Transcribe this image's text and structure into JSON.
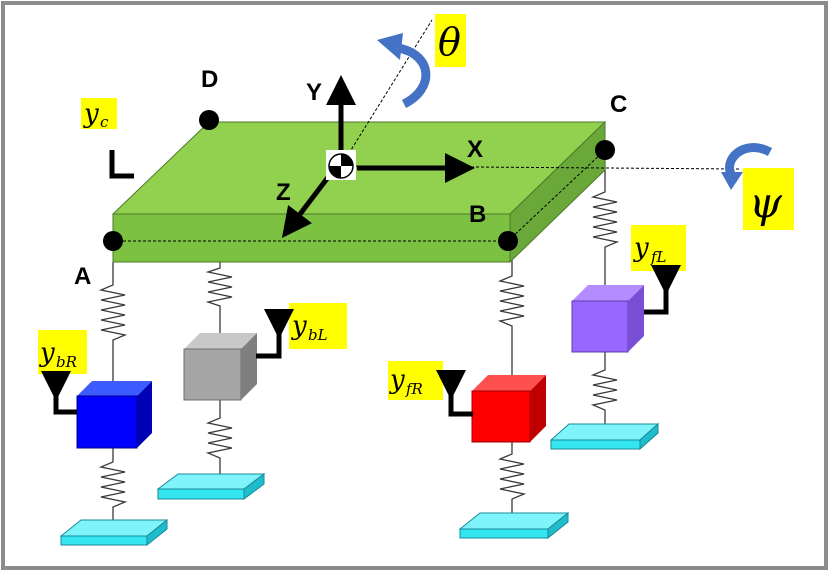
{
  "diagram": {
    "corners": {
      "a": "A",
      "b": "B",
      "c": "C",
      "d": "D"
    },
    "axes": {
      "x": "X",
      "y": "Y",
      "z": "Z"
    },
    "rotations": {
      "pitch": "θ",
      "roll": "ψ"
    },
    "labels": {
      "yc": {
        "main": "y",
        "sub": "c"
      },
      "ybR": {
        "main": "y",
        "sub": "bR"
      },
      "ybL": {
        "main": "y",
        "sub": "bL"
      },
      "yfR": {
        "main": "y",
        "sub": "fR"
      },
      "yfL": {
        "main": "y",
        "sub": "fL"
      }
    },
    "colors": {
      "frame_border": "#8c8c8c",
      "body_top": "#92d050",
      "body_side": "#7cc142",
      "label_highlight": "#ffff00",
      "mass_bR": "#0000ff",
      "mass_bL": "#a6a6a6",
      "mass_fR": "#ff0000",
      "mass_fL": "#9966ff",
      "ground_plate": "#33e6f0",
      "rotation_arrow": "#4472c4"
    }
  }
}
